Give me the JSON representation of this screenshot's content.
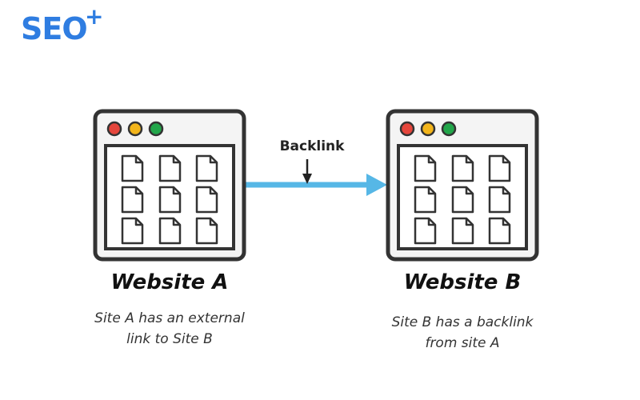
{
  "brand": {
    "name": "SEO",
    "superscript": "+"
  },
  "colors": {
    "brand": "#2f7de1",
    "arrow": "#56b7e6",
    "dot_red": "#e5463c",
    "dot_yellow": "#f3b51b",
    "dot_green": "#22a64a",
    "outline": "#333333",
    "window_bg": "#f4f4f4"
  },
  "arrow": {
    "label": "Backlink"
  },
  "sites": [
    {
      "title": "Website A",
      "desc_line1": "Site A has an external",
      "desc_line2": "link to Site B"
    },
    {
      "title": "Website B",
      "desc_line1": "Site B has a backlink",
      "desc_line2": "from site A"
    }
  ]
}
